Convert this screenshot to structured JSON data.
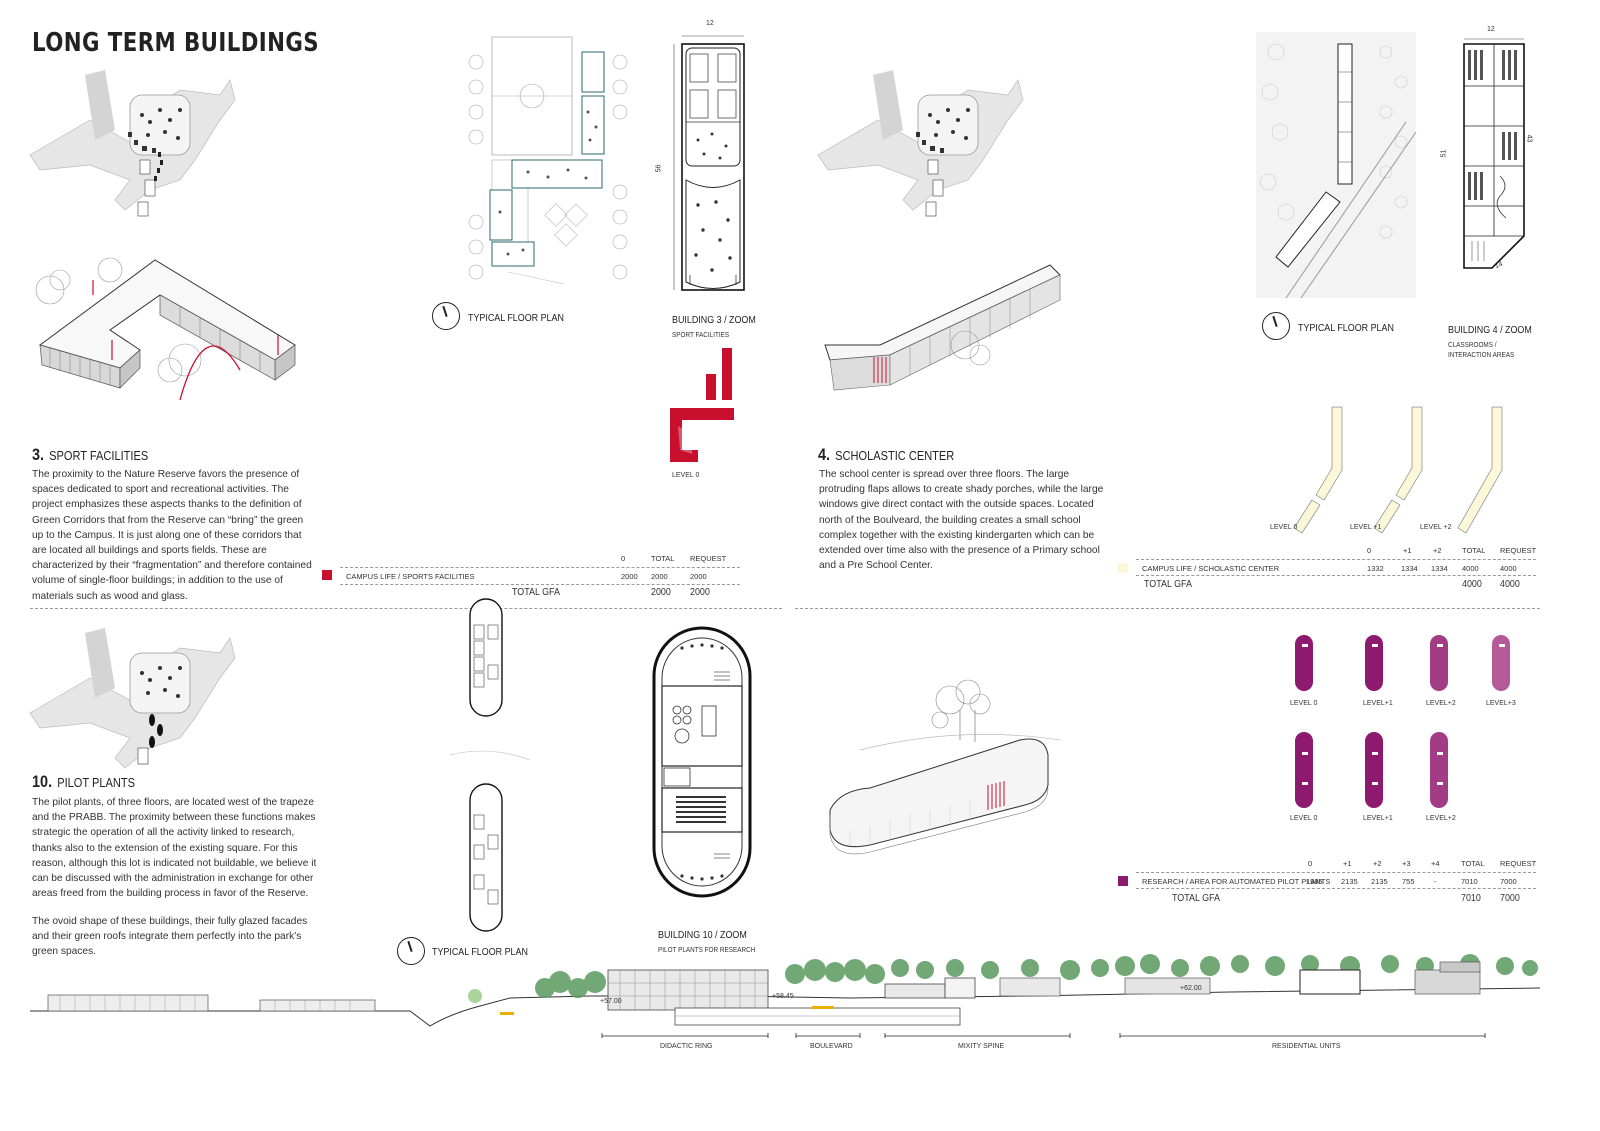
{
  "title": "LONG TERM BUILDINGS",
  "sections": {
    "sport": {
      "number": "3.",
      "heading": "SPORT FACILITIES",
      "paragraph": "The proximity to the Nature Reserve favors the presence of spaces dedicated to sport and recreational activities. The project emphasizes these aspects thanks to the definition of Green Corridors that from the Reserve can “bring” the green up to the Campus. It is just along one of these corridors that are located all buildings and sports fields. These are characterized by their “fragmentation” and therefore contained volume of single-floor buildings; in addition to the use of materials such as wood and glass.",
      "plan_label": "TYPICAL FLOOR PLAN",
      "zoom_title": "BUILDING 3 / ZOOM",
      "zoom_sub": "SPORT FACILITIES",
      "level_label": "LEVEL 0",
      "dim_width": "12",
      "dim_length": "56",
      "table": {
        "headers": [
          "0",
          "TOTAL",
          "REQUEST"
        ],
        "row_label": "CAMPUS LIFE / SPORTS FACILITIES",
        "row_values": [
          "2000",
          "2000",
          "2000"
        ],
        "gfa_label": "TOTAL GFA",
        "gfa_values": [
          "2000",
          "2000"
        ],
        "color": "#c8102e"
      }
    },
    "school": {
      "number": "4.",
      "heading": "SCHOLASTIC CENTER",
      "paragraph": "The school center is spread over three floors. The large protruding flaps allows to create shady porches, while the large windows give direct contact with the outside spaces. Located north of the Boulveard, the building creates a small school complex together with the existing kindergarten which can be extended over time also with the presence of a Primary school and a Pre School Center.",
      "plan_label": "TYPICAL FLOOR PLAN",
      "zoom_title": "BUILDING 4 / ZOOM",
      "zoom_sub1": "CLASSROOMS /",
      "zoom_sub2": "INTERACTION AREAS",
      "dims": [
        "12",
        "51",
        "43",
        "14"
      ],
      "levels": [
        "LEVEL 0",
        "LEVEL +1",
        "LEVEL +2"
      ],
      "table": {
        "headers": [
          "0",
          "+1",
          "+2",
          "TOTAL",
          "REQUEST"
        ],
        "row_label": "CAMPUS LIFE / SCHOLASTIC CENTER",
        "row_values": [
          "1332",
          "1334",
          "1334",
          "4000",
          "4000"
        ],
        "gfa_label": "TOTAL GFA",
        "gfa_values": [
          "4000",
          "4000"
        ],
        "color": "#fbf7d8"
      }
    },
    "pilot": {
      "number": "10.",
      "heading": "PILOT PLANTS",
      "paragraph1": "The pilot plants, of three floors, are located west of the trapeze and the PRABB. The proximity between these functions makes strategic the operation of all the activity linked to research, thanks also to the extension of the existing square. For this reason, although this lot is indicated not buildable, we believe it can be discussed with the administration in exchange for other areas freed from the building process in favor of the Reserve.",
      "paragraph2": "The ovoid shape of these buildings, their fully glazed facades and their green roofs integrate them perfectly into the park’s green spaces.",
      "plan_label": "TYPICAL FLOOR PLAN",
      "zoom_title": "BUILDING 10 / ZOOM",
      "zoom_sub": "PILOT PLANTS FOR RESEARCH",
      "levels_row1": [
        "LEVEL 0",
        "LEVEL+1",
        "LEVEL+2",
        "LEVEL+3"
      ],
      "levels_row2": [
        "LEVEL 0",
        "LEVEL+1",
        "LEVEL+2"
      ],
      "table": {
        "headers": [
          "0",
          "+1",
          "+2",
          "+3",
          "+4",
          "TOTAL",
          "REQUEST"
        ],
        "row_label": "RESEARCH / AREA FOR AUTOMATED PILOT PLANTS",
        "row_values": [
          "1985",
          "2135",
          "2135",
          "755",
          "-",
          "7010",
          "7000"
        ],
        "gfa_label": "TOTAL GFA",
        "gfa_values": [
          "7010",
          "7000"
        ],
        "color": "#8e1a6f"
      }
    }
  },
  "section_labels": {
    "didactic": "DIDACTIC RING",
    "boulevard": "BOULEVARD",
    "mixity": "MIXITY SPINE",
    "residential": "RESIDENTIAL UNITS",
    "level_a": "+58.45",
    "level_b": "+57.00",
    "level_c": "+62.00"
  },
  "colors": {
    "red": "#c8102e",
    "magenta": "#8e1a6f",
    "yellow": "#fbf7d8",
    "tree": "#5a9a5f"
  }
}
